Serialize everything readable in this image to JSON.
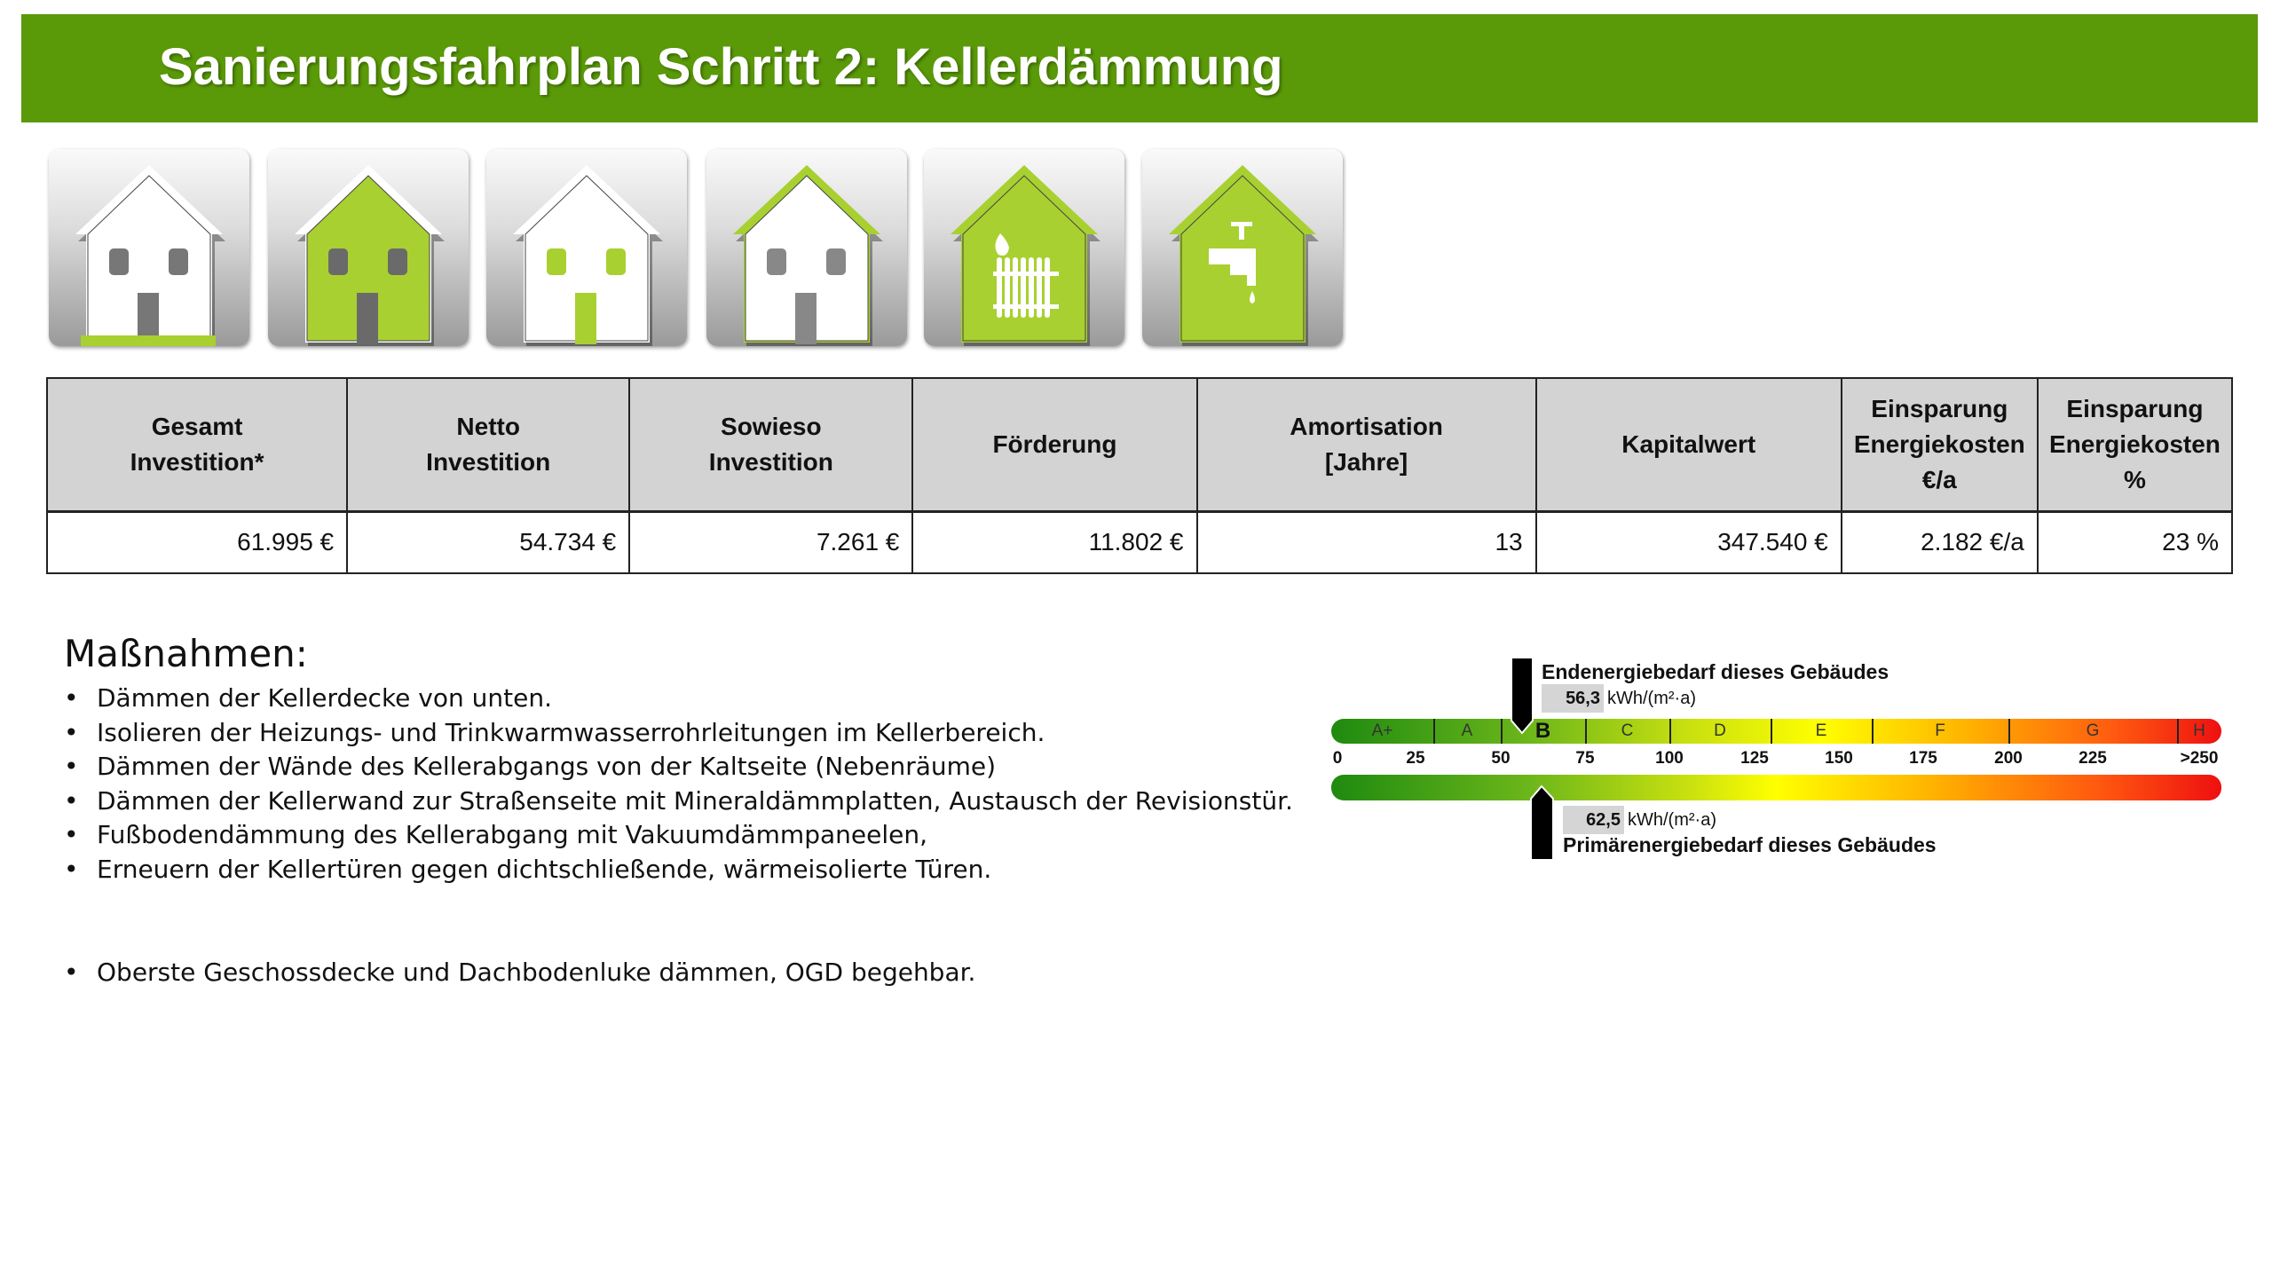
{
  "title": "Sanierungsfahrplan Schritt 2: Kellerdämmung",
  "icons": [
    "house-basement-icon",
    "house-walls-icon",
    "house-windows-doors-icon",
    "house-roof-icon",
    "house-heating-icon",
    "house-hot-water-icon"
  ],
  "colors": {
    "header": "#5a9a08",
    "icon_green": "#a8d030"
  },
  "table": {
    "headers": [
      [
        "Gesamt",
        "Investition*"
      ],
      [
        "Netto",
        "Investition"
      ],
      [
        "Sowieso",
        "Investition"
      ],
      [
        "Förderung"
      ],
      [
        "Amortisation",
        "[Jahre]"
      ],
      [
        "Kapitalwert"
      ],
      [
        "Einsparung",
        "Energiekosten",
        "€/a"
      ],
      [
        "Einsparung",
        "Energiekosten",
        "%"
      ]
    ],
    "row": [
      "61.995 €",
      "54.734 €",
      "7.261 €",
      "11.802 €",
      "13",
      "347.540 €",
      "2.182 €/a",
      "23 %"
    ]
  },
  "measures": {
    "heading": "Maßnahmen:",
    "items": [
      "Dämmen der Kellerdecke von unten.",
      "Isolieren der Heizungs- und Trinkwarmwasserrohrleitungen im Kellerbereich.",
      "Dämmen der Wände des Kellerabgangs von der Kaltseite (Nebenräume)",
      "Dämmen der Kellerwand zur Straßenseite mit Mineraldämmplatten, Austausch der Revisionstür.",
      "Fußbodendämmung des Kellerabgang mit Vakuumdämmpaneelen,",
      "Erneuern der Kellertüren gegen dichtschließende, wärmeisolierte Türen."
    ],
    "extra": "Oberste Geschossdecke und Dachbodenluke dämmen, OGD begehbar."
  },
  "energy": {
    "classes": [
      "A+",
      "A",
      "B",
      "C",
      "D",
      "E",
      "F",
      "G",
      "H"
    ],
    "active_class": "B",
    "ticks": [
      "0",
      "25",
      "50",
      "75",
      "100",
      "125",
      "150",
      "175",
      "200",
      "225",
      ">250"
    ],
    "end_label": "Endenergiebedarf dieses Gebäudes",
    "end_value": "56,3",
    "primary_label": "Primärenergiebedarf dieses Gebäudes",
    "primary_value": "62,5",
    "unit": "kWh/(m²·a)"
  }
}
